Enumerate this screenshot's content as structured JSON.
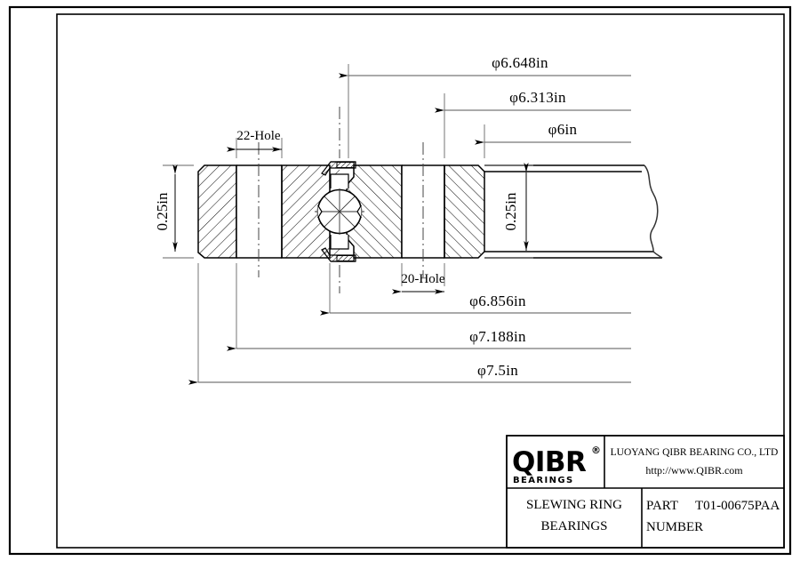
{
  "drawing": {
    "type": "technical-drawing",
    "title": "Slewing Ring Bearing Cross-Section",
    "dimensions": {
      "inner_height_left": "0.25in",
      "inner_height_right": "0.25in",
      "hole_left": "22-Hole",
      "hole_right": "20-Hole",
      "d_6_648": "φ6.648in",
      "d_6_313": "φ6.313in",
      "d_6": "φ6in",
      "d_6_856": "φ6.856in",
      "d_7_188": "φ7.188in",
      "d_7_5": "φ7.5in"
    }
  },
  "title_block": {
    "logo_main": "QIBR",
    "logo_reg": "®",
    "logo_sub": "BEARINGS",
    "company": "LUOYANG QIBR BEARING CO., LTD",
    "website": "http://www.QIBR.com",
    "product_line1": "SLEWING  RING",
    "product_line2": "BEARINGS",
    "part_label_line1": "PART",
    "part_label_line2": "NUMBER",
    "part_number": "T01-00675PAA"
  },
  "colors": {
    "line": "#000000",
    "hatch": "#1a1a1a",
    "dim_line": "#555555",
    "background": "#ffffff"
  }
}
